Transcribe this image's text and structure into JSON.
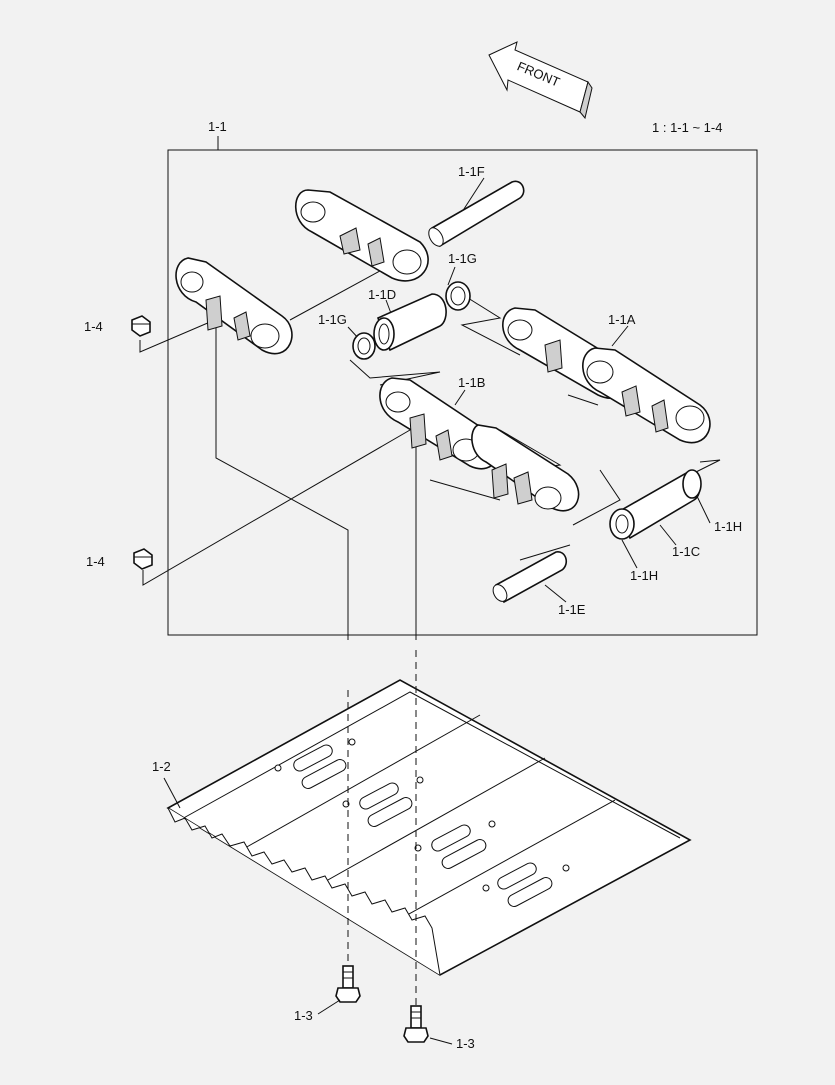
{
  "header": {
    "front_arrow": "FRONT",
    "range_note": "1 : 1-1 ~ 1-4"
  },
  "callouts": {
    "assembly": "1-1",
    "link_a": "1-1A",
    "link_b": "1-1B",
    "pin_c": "1-1C",
    "bushing_d": "1-1D",
    "pin_e": "1-1E",
    "pin_f": "1-1F",
    "seal_g_top": "1-1G",
    "seal_g_left": "1-1G",
    "seal_h_right": "1-1H",
    "seal_h_bottom": "1-1H",
    "shoe": "1-2",
    "bolt_left": "1-3",
    "bolt_right": "1-3",
    "nut_top": "1-4",
    "nut_bottom": "1-4"
  }
}
